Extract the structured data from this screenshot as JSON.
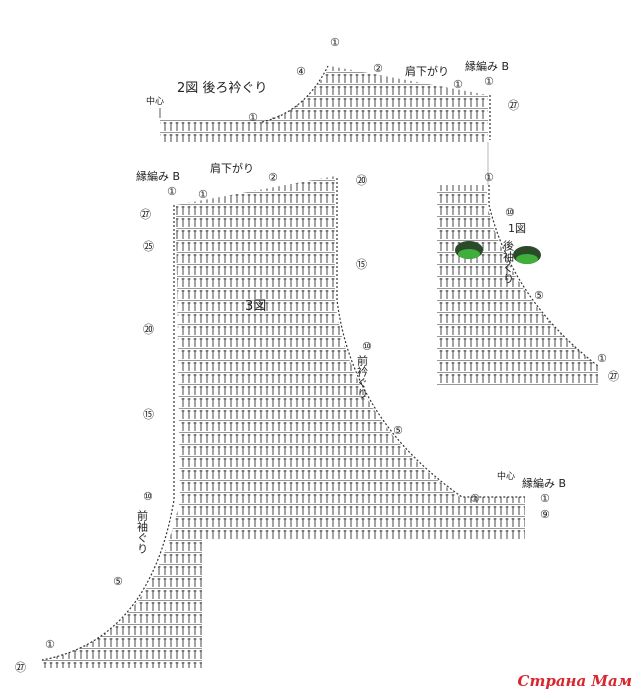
{
  "fig2": {
    "title": "2図 後ろ衿ぐり",
    "center": "中心",
    "shoulder": "肩下がり",
    "edging": "縁編み B",
    "marks": [
      "①",
      "④",
      "②",
      "①",
      "①",
      "①",
      "㉗"
    ]
  },
  "fig3": {
    "title": "3図",
    "edging_top": "縁編み B",
    "shoulder": "肩下がり",
    "neck": "前衿ぐり",
    "armhole": "前袖ぐり",
    "center": "中心",
    "edging_right": "縁編み B",
    "marks": [
      "①",
      "①",
      "②",
      "⑳",
      "㉗",
      "㉕",
      "⑮",
      "⑳",
      "⑮",
      "⑩",
      "⑩",
      "⑤",
      "①",
      "①",
      "⑨",
      "⑤",
      "①",
      "㉗"
    ]
  },
  "fig1": {
    "title": "1図",
    "armhole": "後袖ぐり",
    "marks": [
      "①",
      "⑩",
      "⑤",
      "①",
      "㉗"
    ]
  },
  "watermark": "Страна Мам",
  "colors": {
    "ink": "#222222",
    "watermark": "#d8262e",
    "eye": "#3fae3a"
  }
}
